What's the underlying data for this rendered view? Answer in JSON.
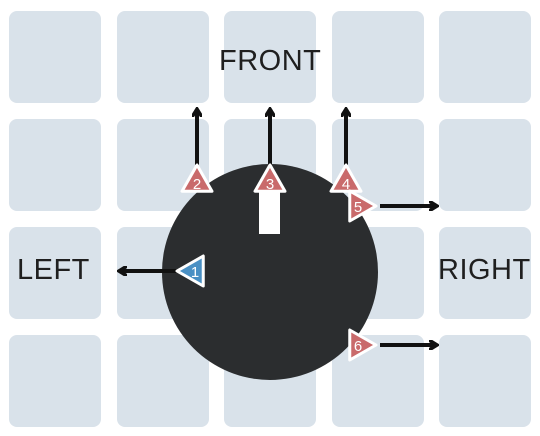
{
  "labels": {
    "front": "FRONT",
    "left": "LEFT",
    "right": "RIGHT"
  },
  "sensors": [
    {
      "id": "1",
      "direction": "left",
      "highlighted": true
    },
    {
      "id": "2",
      "direction": "up",
      "highlighted": false
    },
    {
      "id": "3",
      "direction": "up",
      "highlighted": false
    },
    {
      "id": "4",
      "direction": "up",
      "highlighted": false
    },
    {
      "id": "5",
      "direction": "right",
      "highlighted": false
    },
    {
      "id": "6",
      "direction": "right",
      "highlighted": false
    }
  ],
  "colors": {
    "cell": "#d9e2ea",
    "robot_body": "#2b2d2f",
    "sensor_default": "#c96a6b",
    "sensor_highlight": "#4a90c4",
    "arrow": "#111111",
    "heading_marker": "#ffffff"
  }
}
